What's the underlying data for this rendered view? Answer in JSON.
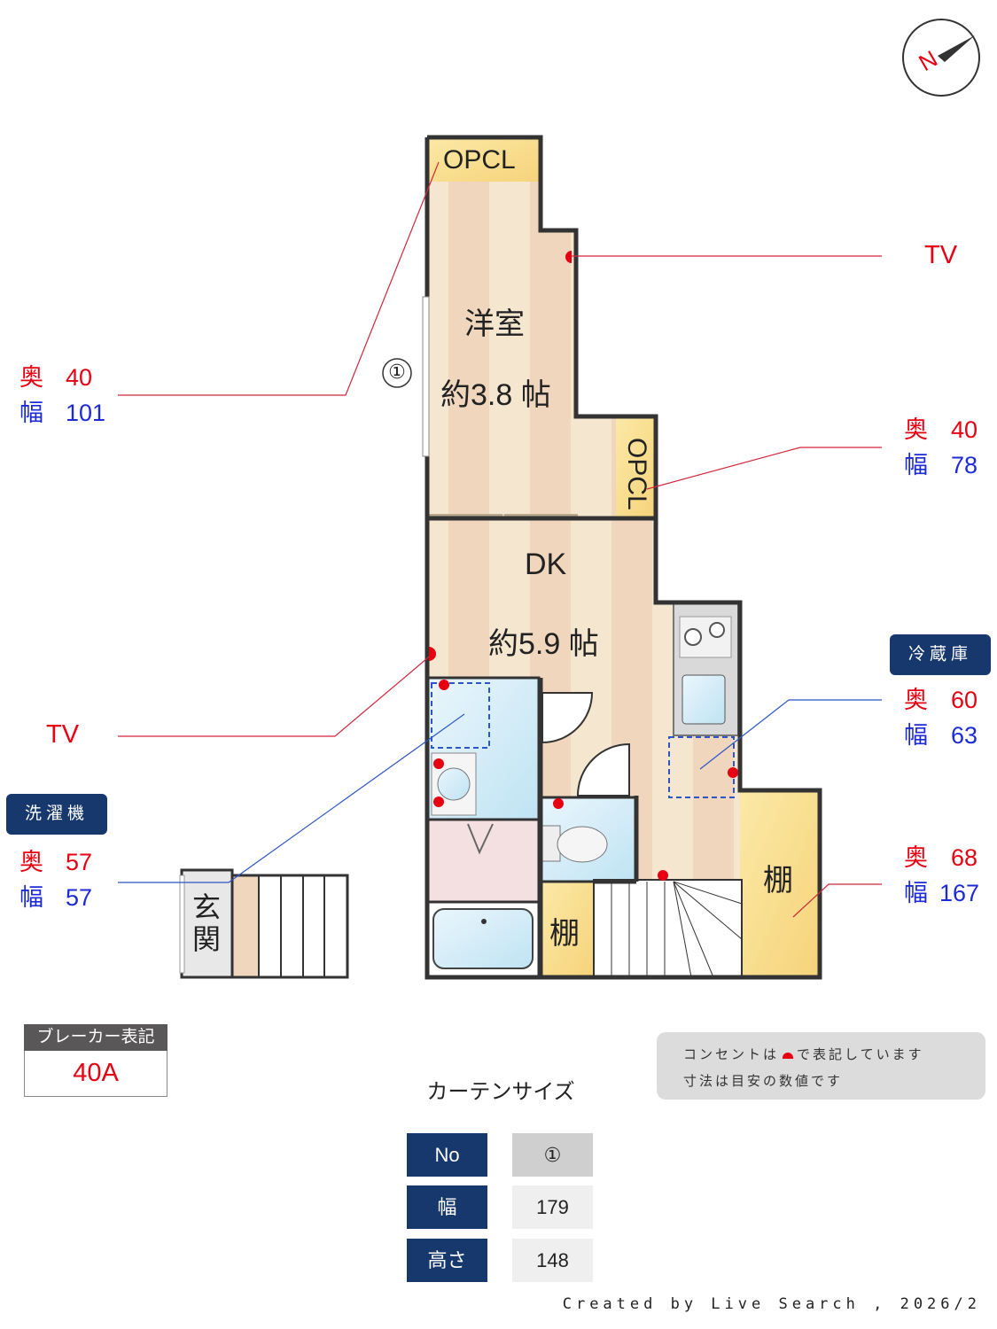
{
  "rooms": {
    "western_name": "洋室",
    "western_size": "約3.8 帖",
    "dk_name": "DK",
    "dk_size": "約5.9 帖",
    "genkan": "玄関",
    "tana_big": "棚",
    "tana_small": "棚",
    "opcl_top": "OPCL",
    "opcl_right": "OPCL",
    "window_no": "①"
  },
  "annotations": {
    "tv_top": "TV",
    "tv_left": "TV",
    "left_opcl": {
      "oku_label": "奥",
      "oku_value": "40",
      "haba_label": "幅",
      "haba_value": "101"
    },
    "right_opcl": {
      "oku_label": "奥",
      "oku_value": "40",
      "haba_label": "幅",
      "haba_value": "78"
    },
    "fridge": {
      "tag": "冷蔵庫",
      "oku_label": "奥",
      "oku_value": "60",
      "haba_label": "幅",
      "haba_value": "63"
    },
    "washer": {
      "tag": "洗濯機",
      "oku_label": "奥",
      "oku_value": "57",
      "haba_label": "幅",
      "haba_value": "57"
    },
    "tana": {
      "oku_label": "奥",
      "oku_value": "68",
      "haba_label": "幅",
      "haba_value": "167"
    }
  },
  "breaker": {
    "label": "ブレーカー表記",
    "value": "40A"
  },
  "notes": {
    "line1_before": "コンセントは",
    "line1_after": "で表記しています",
    "line2": "寸法は目安の数値です"
  },
  "curtain": {
    "title": "カーテンサイズ",
    "rows": [
      {
        "label": "No",
        "value": "①"
      },
      {
        "label": "幅",
        "value": "179"
      },
      {
        "label": "高さ",
        "value": "148"
      }
    ]
  },
  "credit": "Created by Live Search , 2026/2",
  "compass": {
    "letter": "N"
  },
  "colors": {
    "outlet": "#e60012",
    "navy": "#17386d",
    "red_text": "#e60012",
    "blue_text": "#1d2bd6"
  }
}
